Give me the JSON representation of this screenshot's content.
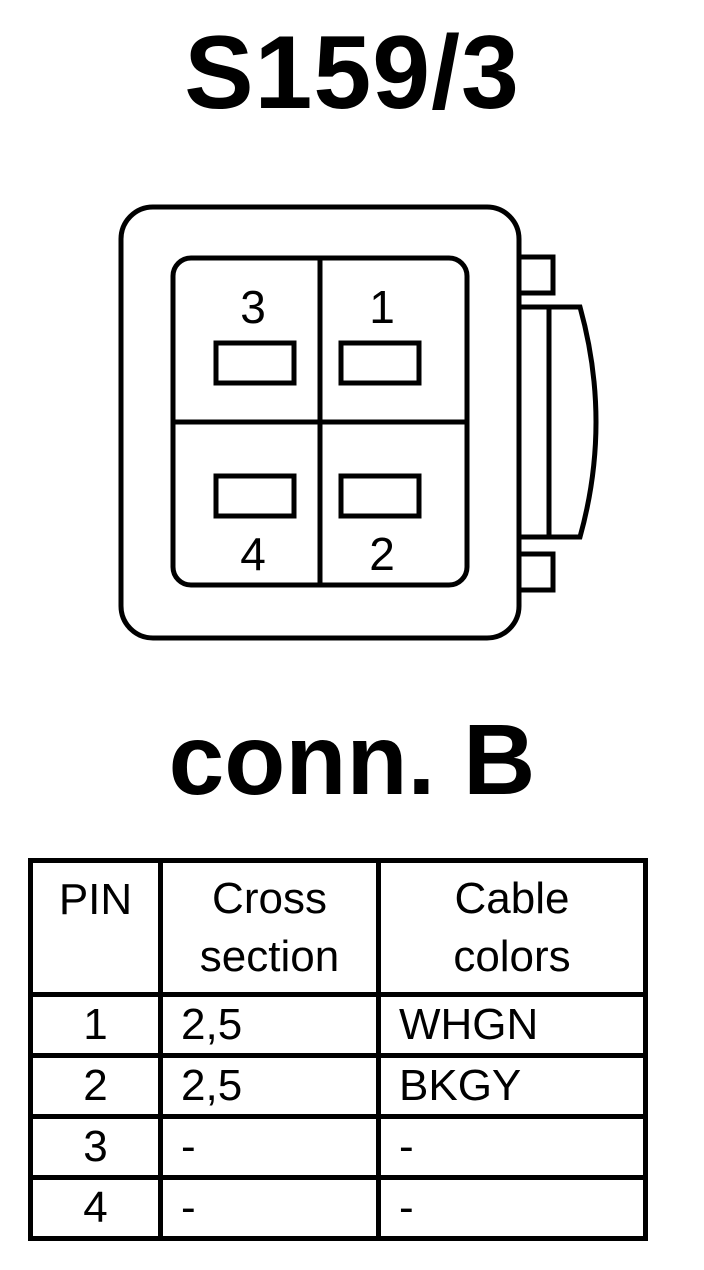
{
  "title": "S159/3",
  "connector_label": "conn. B",
  "pin_labels": {
    "top_left": "3",
    "top_right": "1",
    "bottom_left": "4",
    "bottom_right": "2"
  },
  "table": {
    "headers": {
      "pin": "PIN",
      "cross_section_line1": "Cross",
      "cross_section_line2": "section",
      "colors_line1": "Cable",
      "colors_line2": "colors"
    },
    "rows": [
      {
        "pin": "1",
        "cross_section": "2,5",
        "color": "WHGN"
      },
      {
        "pin": "2",
        "cross_section": "2,5",
        "color": "BKGY"
      },
      {
        "pin": "3",
        "cross_section": "-",
        "color": "-"
      },
      {
        "pin": "4",
        "cross_section": "-",
        "color": "-"
      }
    ]
  }
}
